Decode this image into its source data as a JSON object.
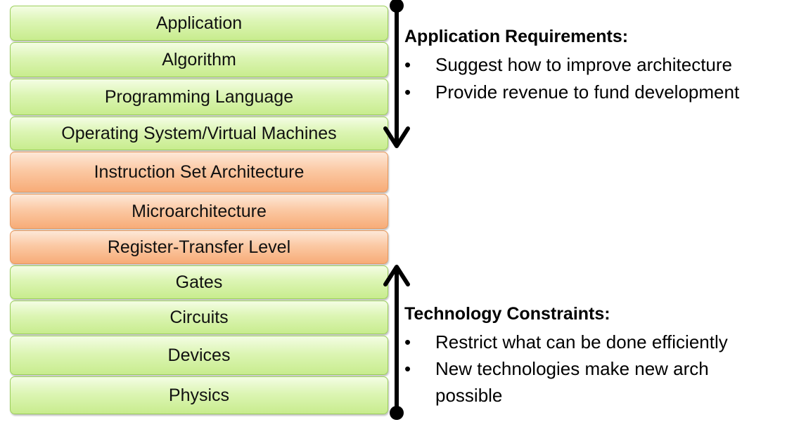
{
  "layers": [
    {
      "label": "Application",
      "color": "green"
    },
    {
      "label": "Algorithm",
      "color": "green"
    },
    {
      "label": "Programming Language",
      "color": "green"
    },
    {
      "label": "Operating System/Virtual Machines",
      "color": "green"
    },
    {
      "label": "Instruction Set Architecture",
      "color": "orange"
    },
    {
      "label": "Microarchitecture",
      "color": "orange"
    },
    {
      "label": "Register-Transfer Level",
      "color": "orange"
    },
    {
      "label": "Gates",
      "color": "green"
    },
    {
      "label": "Circuits",
      "color": "green"
    },
    {
      "label": "Devices",
      "color": "green"
    },
    {
      "label": "Physics",
      "color": "green"
    }
  ],
  "application_requirements": {
    "heading": "Application Requirements:",
    "bullet_char": "•",
    "bullets": [
      "Suggest how to improve architecture",
      "Provide revenue to fund development"
    ]
  },
  "technology_constraints": {
    "heading": "Technology Constraints:",
    "bullet_char": "•",
    "bullets": [
      "Restrict what can be done efficiently",
      "New technologies make new arch",
      "possible"
    ]
  },
  "colors": {
    "green_fill": "#dcf5b4",
    "green_border": "#9ccf5c",
    "orange_fill": "#fbc9a4",
    "orange_border": "#e89a5e",
    "arrow": "#000000"
  },
  "icons": {
    "top_arrow": "down-arrow-icon",
    "bottom_arrow": "up-arrow-icon"
  }
}
